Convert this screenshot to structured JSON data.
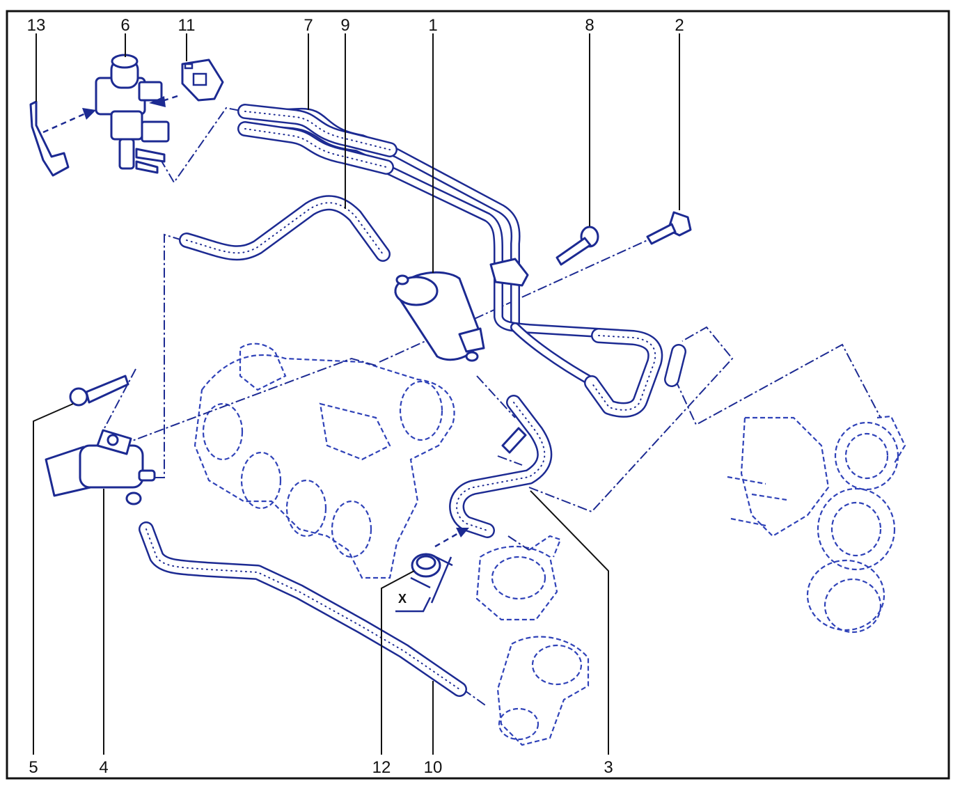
{
  "diagram": {
    "callouts": [
      "13",
      "6",
      "11",
      "7",
      "9",
      "1",
      "8",
      "2",
      "5",
      "4",
      "12",
      "10",
      "3"
    ],
    "dimension_label": "X"
  },
  "colors": {
    "ink": "#1c2a92",
    "ghost": "#2f42b8",
    "frame": "#111111",
    "background": "#ffffff"
  }
}
